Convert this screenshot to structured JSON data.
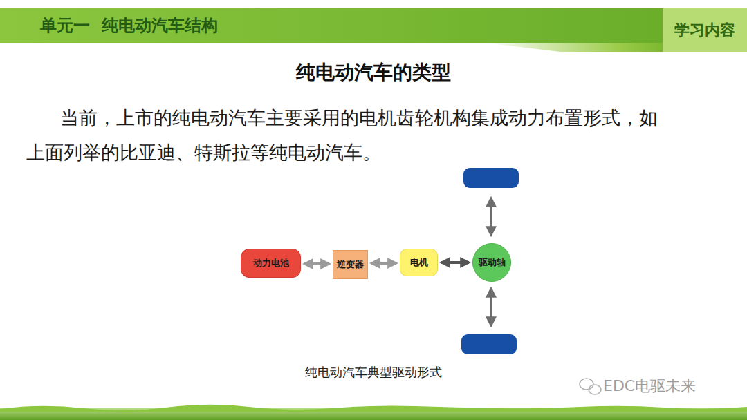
{
  "diagram": {
    "title": "纯电动汽车的类型",
    "caption": "纯电动汽车典型驱动形式",
    "nodes": [
      {
        "text": [
          "单元一  纯电动汽车结构"
        ]
      },
      {
        "text": [
          "学习内容"
        ]
      },
      {
        "text": [
          "动力电池"
        ]
      },
      {
        "text": [
          "逆变器"
        ]
      },
      {
        "text": [
          "电机"
        ]
      },
      {
        "text": [
          "驱动轴"
        ]
      }
    ],
    "edges": [
      {
        "from": 2,
        "to": 3,
        "arrow": "both"
      },
      {
        "from": 3,
        "to": 4,
        "arrow": "both"
      },
      {
        "from": 4,
        "to": 5,
        "arrow": "both"
      }
    ],
    "labels": [
      "当前，上市的纯电动汽车主要采用的电机齿轮机构集成动力布置形式，如上面列举的比亚迪、特斯拉等纯电动汽车。",
      "EDC电驱未来"
    ]
  }
}
